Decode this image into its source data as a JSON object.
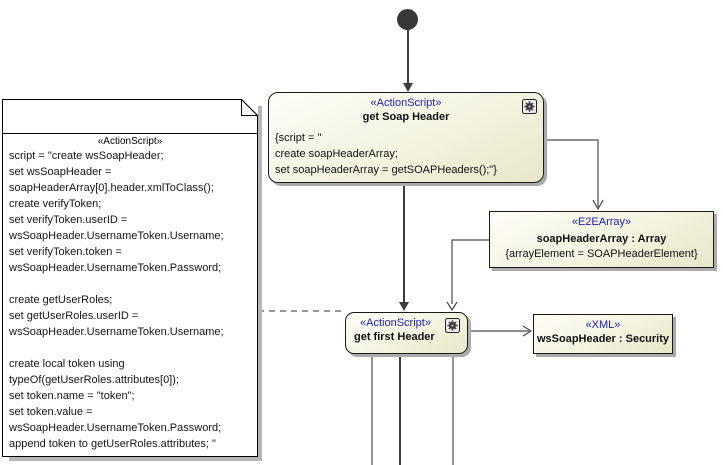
{
  "colors": {
    "stereotype_blue": "#2121b4",
    "element_fill_light": "#fdfdf6",
    "element_fill_dark": "#e7e7c9",
    "line_color": "#3c3c3c",
    "note_fill": "#ffffff"
  },
  "note": {
    "stereotype": "«ActionScript»",
    "lines": [
      "script = \"create wsSoapHeader;",
      "set wsSoapHeader =",
      "soapHeaderArray[0].header.xmlToClass();",
      "create verifyToken;",
      "set verifyToken.userID =",
      "wsSoapHeader.UsernameToken.Username;",
      "set verifyToken.token =",
      "wsSoapHeader.UsernameToken.Password;",
      "",
      "create getUserRoles;",
      "set getUserRoles.userID =",
      "wsSoapHeader.UsernameToken.Username;",
      "",
      "create local token using",
      "typeOf(getUserRoles.attributes[0]);",
      "set token.name = \"token\";",
      "set token.value =",
      "wsSoapHeader.UsernameToken.Password;",
      "append token to getUserRoles.attributes; \""
    ]
  },
  "actions": {
    "get_soap_header": {
      "stereotype": "«ActionScript»",
      "name": "get Soap Header",
      "script_lines": [
        "{script = \"",
        "create soapHeaderArray;",
        "set soapHeaderArray = getSOAPHeaders();\"}"
      ]
    },
    "get_first_header": {
      "stereotype": "«ActionScript»",
      "name": "get first Header"
    }
  },
  "objects": {
    "soap_header_array": {
      "stereotype": "«E2EArray»",
      "name": "soapHeaderArray : Array",
      "constraint": "{arrayElement = SOAPHeaderElement}"
    },
    "ws_soap_header": {
      "stereotype": "«XML»",
      "name": "wsSoapHeader : Security"
    }
  }
}
